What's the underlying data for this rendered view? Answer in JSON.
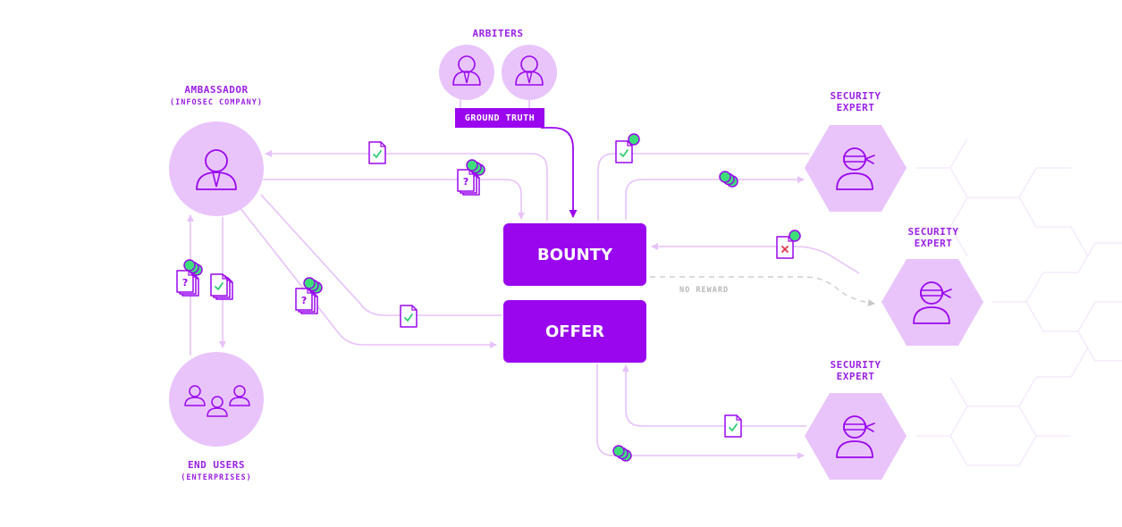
{
  "diagram": {
    "arbiters_label": "ARBITERS",
    "ground_truth_label": "GROUND TRUTH",
    "ambassador_label": "AMBASSADOR",
    "ambassador_sublabel": "(INFOSEC COMPANY)",
    "end_users_label": "END USERS",
    "end_users_sublabel": "(ENTERPRISES)",
    "bounty_label": "BOUNTY",
    "offer_label": "OFFER",
    "no_reward_label": "NO REWARD",
    "experts": [
      {
        "label_line1": "SECURITY",
        "label_line2": "EXPERT"
      },
      {
        "label_line1": "SECURITY",
        "label_line2": "EXPERT"
      },
      {
        "label_line1": "SECURITY",
        "label_line2": "EXPERT"
      }
    ],
    "colors": {
      "primary": "#9a07ef",
      "node_fill": "#e9c4fb",
      "line": "#e7c2fa",
      "token_green": "#3dde7a",
      "check_green": "#2ecc71",
      "reject_red": "#e8344e",
      "muted": "#c8c8c8"
    }
  }
}
